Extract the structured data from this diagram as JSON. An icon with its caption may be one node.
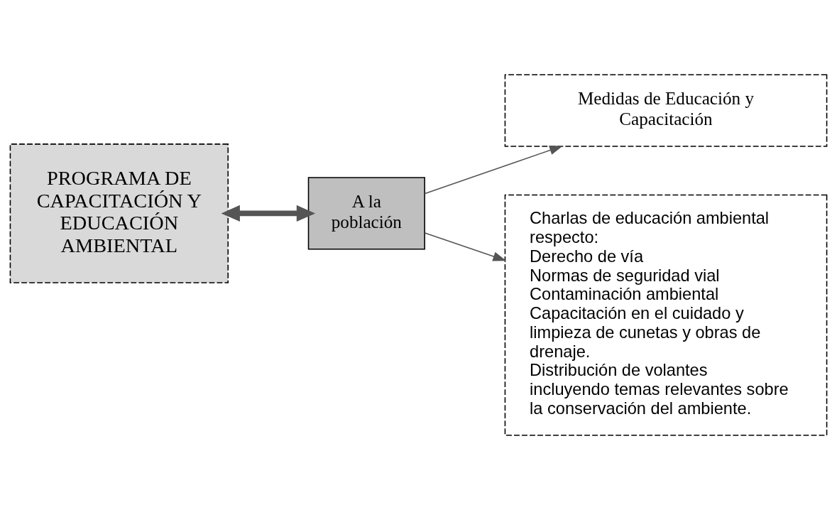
{
  "diagram": {
    "nodes": [
      {
        "text": [
          "PROGRAMA DE CAPACITACIÓN Y EDUCACIÓN AMBIENTAL"
        ]
      },
      {
        "text": [
          "A la población"
        ]
      },
      {
        "text": [
          "Medidas de Educación y Capacitación"
        ]
      },
      {
        "text": [
          "Charlas de educación ambiental respecto:",
          "Derecho de vía",
          "Normas de seguridad vial",
          "Contaminación ambiental",
          "Capacitación en el cuidado y limpieza de cunetas y obras de drenaje.",
          "Distribución de volantes incluyendo temas relevantes sobre la conservación del ambiente."
        ]
      }
    ],
    "edges": [
      {
        "from": 0,
        "to": 1,
        "arrow": "both",
        "style": "thick"
      },
      {
        "from": 1,
        "to": 2,
        "arrow": "to"
      },
      {
        "from": 1,
        "to": 3,
        "arrow": "to"
      }
    ]
  }
}
